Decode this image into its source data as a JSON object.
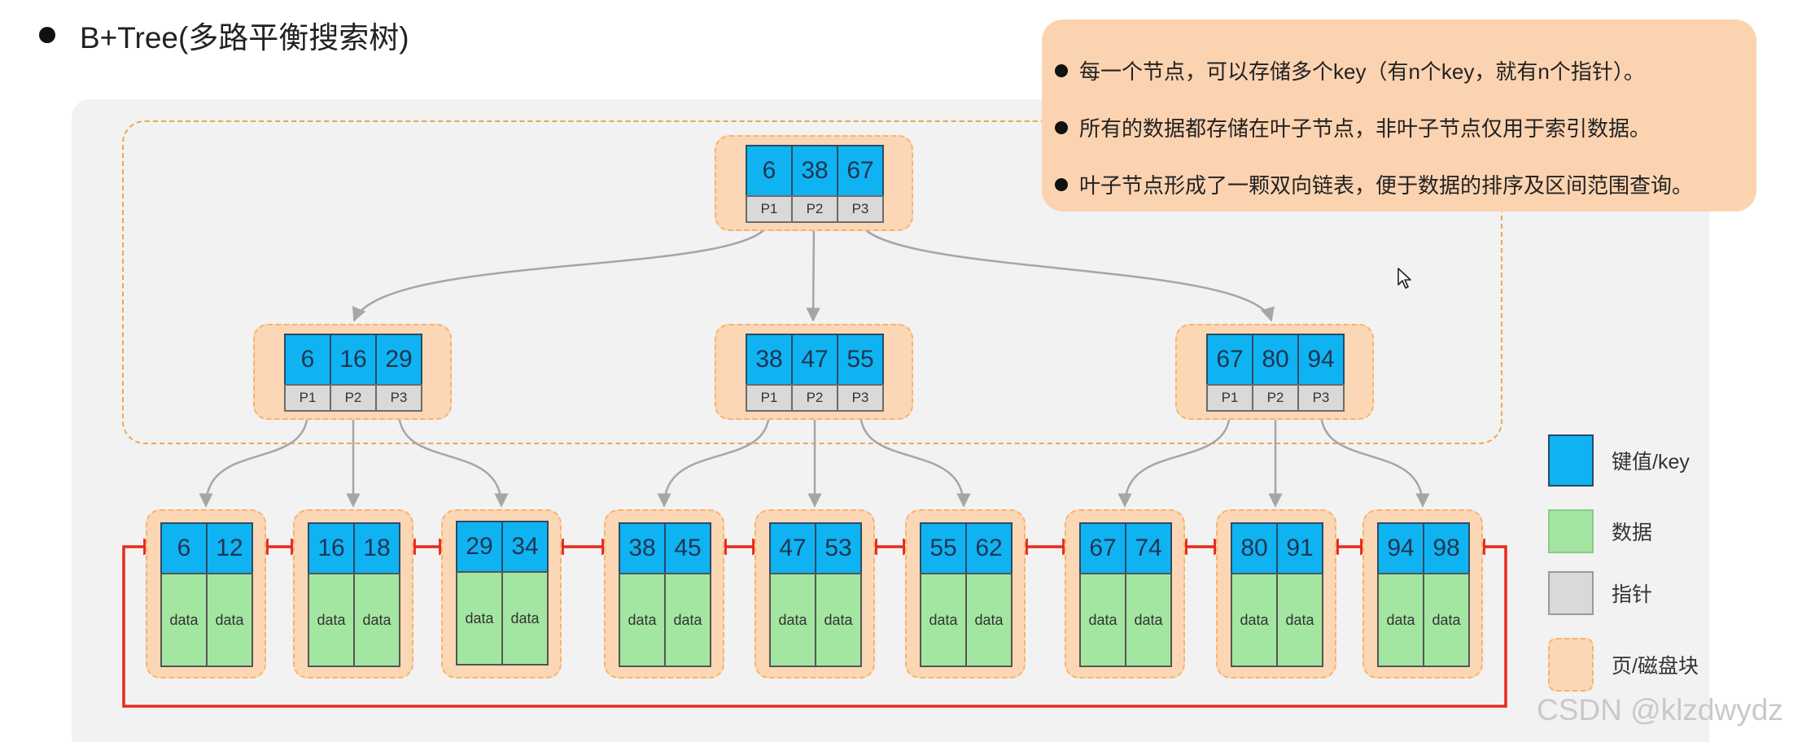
{
  "title": "B+Tree(多路平衡搜索树)",
  "notes": [
    "每一个节点，可以存储多个key（有n个key，就有n个指针）。",
    "所有的数据都存储在叶子节点，非叶子节点仅用于索引数据。",
    "叶子节点形成了一颗双向链表，便于数据的排序及区间范围查询。"
  ],
  "tree": {
    "root": {
      "keys": [
        "6",
        "38",
        "67"
      ],
      "pointers": [
        "P1",
        "P2",
        "P3"
      ]
    },
    "internal": [
      {
        "keys": [
          "6",
          "16",
          "29"
        ],
        "pointers": [
          "P1",
          "P2",
          "P3"
        ]
      },
      {
        "keys": [
          "38",
          "47",
          "55"
        ],
        "pointers": [
          "P1",
          "P2",
          "P3"
        ]
      },
      {
        "keys": [
          "67",
          "80",
          "94"
        ],
        "pointers": [
          "P1",
          "P2",
          "P3"
        ]
      }
    ],
    "leaves": [
      {
        "keys": [
          "6",
          "12"
        ],
        "data": [
          "data",
          "data"
        ]
      },
      {
        "keys": [
          "16",
          "18"
        ],
        "data": [
          "data",
          "data"
        ]
      },
      {
        "keys": [
          "29",
          "34"
        ],
        "data": [
          "data",
          "data"
        ]
      },
      {
        "keys": [
          "38",
          "45"
        ],
        "data": [
          "data",
          "data"
        ]
      },
      {
        "keys": [
          "47",
          "53"
        ],
        "data": [
          "data",
          "data"
        ]
      },
      {
        "keys": [
          "55",
          "62"
        ],
        "data": [
          "data",
          "data"
        ]
      },
      {
        "keys": [
          "67",
          "74"
        ],
        "data": [
          "data",
          "data"
        ]
      },
      {
        "keys": [
          "80",
          "91"
        ],
        "data": [
          "data",
          "data"
        ]
      },
      {
        "keys": [
          "94",
          "98"
        ],
        "data": [
          "data",
          "data"
        ]
      }
    ]
  },
  "legend": [
    {
      "name": "key",
      "label": "键值/key",
      "color": "#0fb3f2"
    },
    {
      "name": "data",
      "label": "数据",
      "color": "#a3e6a1"
    },
    {
      "name": "pointer",
      "label": "指针",
      "color": "#d9d9d9"
    },
    {
      "name": "page",
      "label": "页/磁盘块",
      "color": "#fbd7b5"
    }
  ],
  "watermark": "CSDN @klzdwydz",
  "colors": {
    "key": "#0fb3f2",
    "data": "#a3e6a1",
    "pointer": "#d9d9d9",
    "page": "#fbd7b5",
    "page_border": "#f7b36c",
    "link": "#e8291c",
    "edge": "#a6a6a6"
  }
}
